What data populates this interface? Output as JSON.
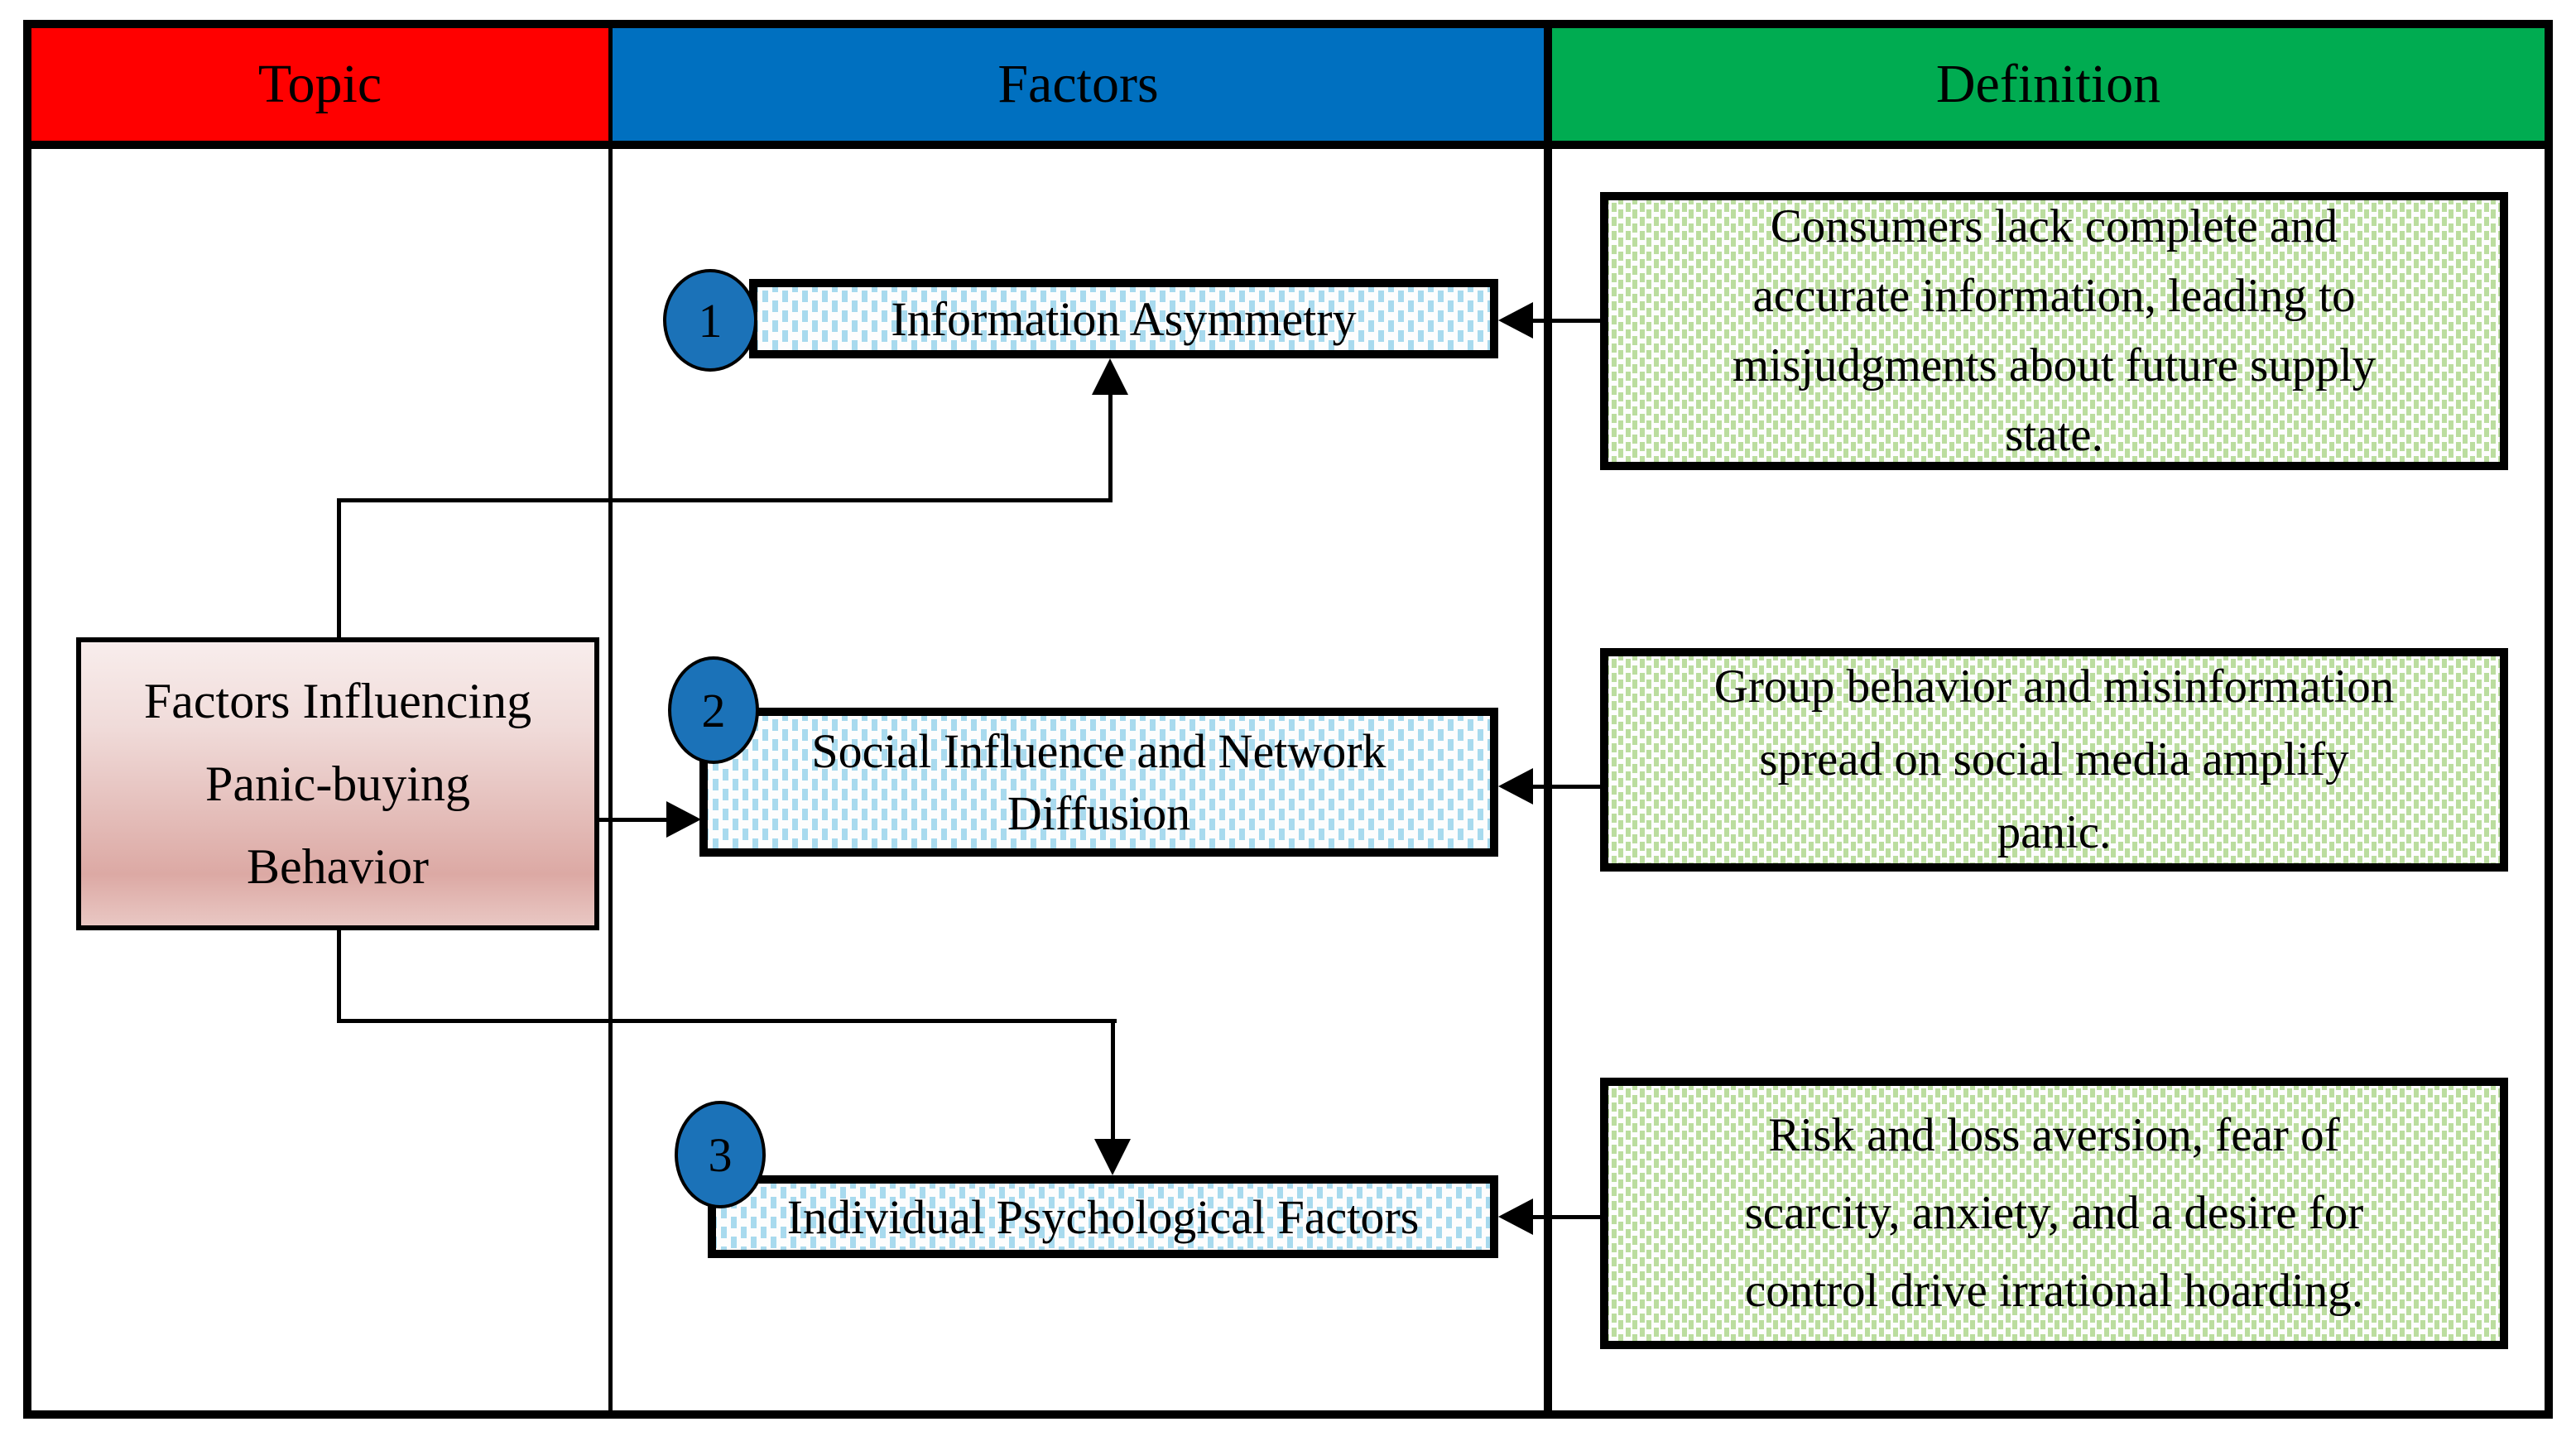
{
  "header": {
    "columns": [
      {
        "label": "Topic",
        "color": "#FF0000"
      },
      {
        "label": "Factors",
        "color": "#0070C0"
      },
      {
        "label": "Definition",
        "color": "#00AC51"
      }
    ]
  },
  "topic": {
    "box_lines": [
      "Factors Influencing",
      "Panic-buying",
      "Behavior"
    ],
    "gradient_top": "#F8EDEC",
    "gradient_bottom": "#DCA9A4"
  },
  "factors": [
    {
      "number": "1",
      "label": "Information Asymmetry"
    },
    {
      "number": "2",
      "label_lines": [
        "Social Influence and Network",
        "Diffusion"
      ]
    },
    {
      "number": "3",
      "label": "Individual Psychological Factors"
    }
  ],
  "definitions": [
    {
      "lines": [
        "Consumers lack complete and",
        "accurate information, leading to",
        "misjudgments about future supply",
        "state."
      ]
    },
    {
      "lines": [
        "Group behavior and misinformation",
        "spread on social media amplify",
        "panic."
      ]
    },
    {
      "lines": [
        "Risk and loss aversion, fear of",
        "scarcity, anxiety, and a desire for",
        "control drive irrational hoarding."
      ]
    }
  ],
  "colors": {
    "circle_fill": "#1B72B8",
    "factor_dot": "#A8DAEE",
    "definition_dot": "#BBDD9F",
    "line": "#000000"
  }
}
